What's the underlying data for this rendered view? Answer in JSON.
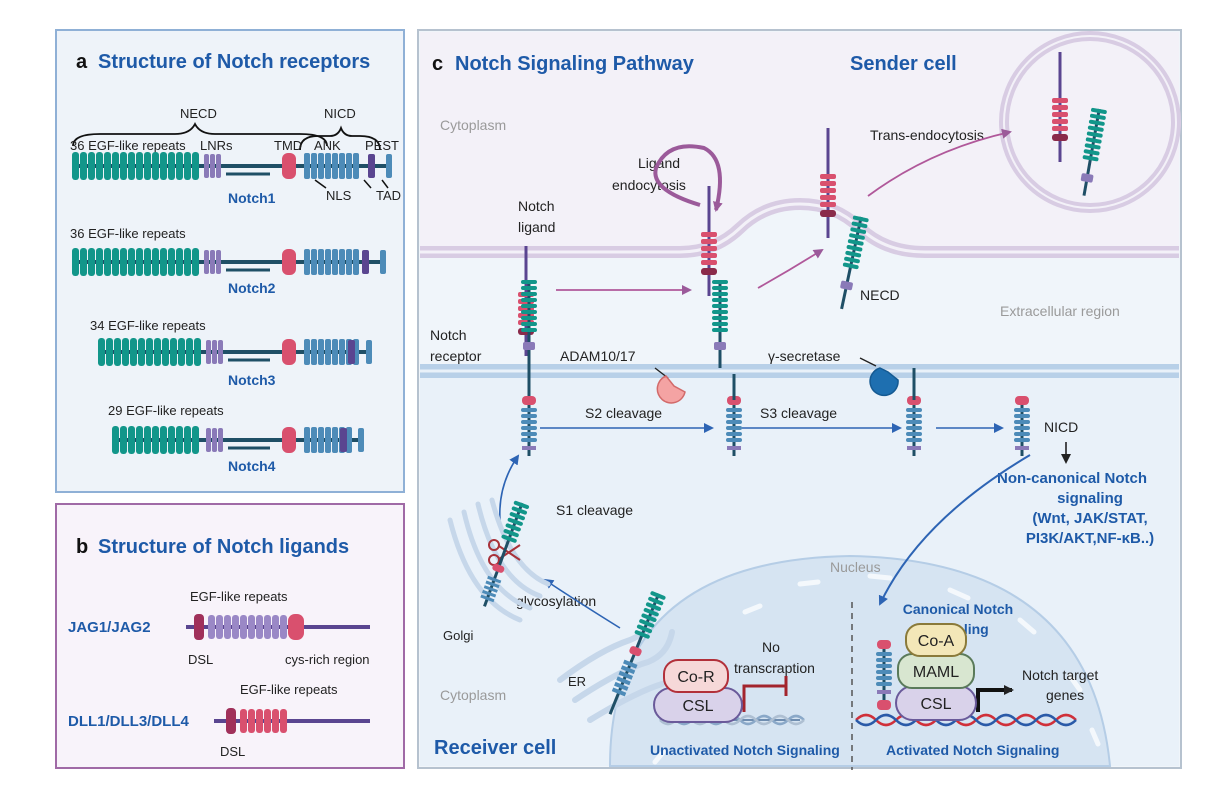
{
  "panel_a": {
    "letter": "a",
    "title": "Structure of Notch receptors",
    "necd": "NECD",
    "nicd": "NICD",
    "egf1": "36 EGF-like repeats",
    "lnrs": "LNRs",
    "tmd": "TMD",
    "ank": "ANK",
    "pest": "PEST",
    "nls": "NLS",
    "tad": "TAD",
    "notch1": "Notch1",
    "egf2": "36 EGF-like repeats",
    "notch2": "Notch2",
    "egf3": "34 EGF-like repeats",
    "notch3": "Notch3",
    "egf4": "29 EGF-like repeats",
    "notch4": "Notch4"
  },
  "panel_b": {
    "letter": "b",
    "title": "Structure of Notch ligands",
    "egf_jag": "EGF-like repeats",
    "jag": "JAG1/JAG2",
    "dsl_jag": "DSL",
    "cys": "cys-rich region",
    "egf_dll": "EGF-like repeats",
    "dll": "DLL1/DLL3/DLL4",
    "dsl_dll": "DSL"
  },
  "panel_c": {
    "letter": "c",
    "title": "Notch Signaling Pathway",
    "sender": "Sender cell",
    "cytoplasm_top": "Cytoplasm",
    "trans_endo": "Trans-endocytosis",
    "ligand_endo_1": "Ligand",
    "ligand_endo_2": "endocytosis",
    "notch_ligand_1": "Notch",
    "notch_ligand_2": "ligand",
    "necd": "NECD",
    "extracellular": "Extracellular region",
    "notch_receptor_1": "Notch",
    "notch_receptor_2": "receptor",
    "adam": "ADAM10/17",
    "gamma": "γ-secretase",
    "s2": "S2 cleavage",
    "s3": "S3 cleavage",
    "nicd": "NICD",
    "noncanon_1": "Non-canonical Notch",
    "noncanon_2": "signaling",
    "noncanon_3": "(Wnt, JAK/STAT,",
    "noncanon_4": "PI3K/AKT,NF-κB..)",
    "s1": "S1 cleavage",
    "nucleus": "Nucleus",
    "glyco": "glycosylation",
    "golgi": "Golgi",
    "canon_1": "Canonical Notch",
    "canon_2": "signaling",
    "no_tx_1": "No",
    "no_tx_2": "transcraption",
    "cytoplasm_bottom": "Cytoplasm",
    "er": "ER",
    "co_r": "Co-R",
    "csl_left": "CSL",
    "co_a": "Co-A",
    "maml": "MAML",
    "csl_right": "CSL",
    "target_1": "Notch target",
    "target_2": "genes",
    "receiver": "Receiver cell",
    "unactivated": "Unactivated Notch Signaling",
    "activated": "Activated Notch Signaling"
  },
  "colors": {
    "egf_teal": "#12968a",
    "lnr_purple": "#8a7ab8",
    "tmd_pink": "#d9506e",
    "ank_blue": "#4d8bb8",
    "pest_purple": "#5a4590",
    "membrane": "#c9b8d6",
    "title_blue": "#1e5aa8",
    "arrow_purple": "#9b5a9a",
    "arrow_blue": "#2d64b4"
  }
}
